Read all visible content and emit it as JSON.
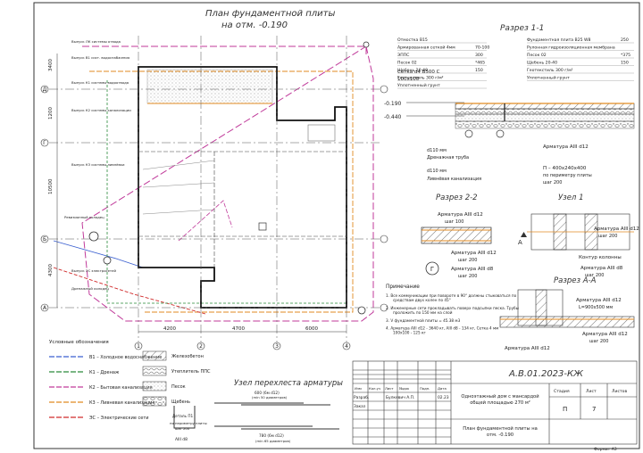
{
  "plan": {
    "title_line1": "План фундаментной плиты",
    "title_line2": "на отм. -0.190",
    "axes_letters": [
      "Д",
      "Г",
      "Б",
      "А"
    ],
    "axes_numbers": [
      "1",
      "2",
      "3",
      "4"
    ],
    "dims_bottom": [
      "4200",
      "4700",
      "6000"
    ],
    "dims_left": [
      "3400",
      "1200",
      "10500",
      "4300"
    ],
    "callouts_left": [
      "Выпуск ЛК системы отвода",
      "Выпуск В1 сист. водоснабжения",
      "Выпуск К1 системы водоотвода",
      "Выпуск К2 системы канализации",
      "Выпуск К3 системы ливнёвки",
      "Ревизионный колодец",
      "Выпуск ЭС электросетей",
      "Дренажный колодец"
    ]
  },
  "section11": {
    "title": "Разрез 1-1",
    "left_layers": [
      {
        "name": "Отмостка В15",
        "val": ""
      },
      {
        "name": "Армированная сеткой 4мм",
        "val": "70-100"
      },
      {
        "name": "ЭППС",
        "val": "300"
      },
      {
        "name": "Песок 02",
        "val": "*465"
      },
      {
        "name": "Щебень 20-40",
        "val": "150"
      },
      {
        "name": "Геотекстиль 300 г/м²",
        "val": ""
      },
      {
        "name": "Уплотненный грунт",
        "val": ""
      }
    ],
    "right_layers": [
      {
        "name": "Фундаментная плита В25 W8",
        "val": "250"
      },
      {
        "name": "Рулонная гидроизоляционная мембрана",
        "val": ""
      },
      {
        "name": "Песок 02",
        "val": "*375"
      },
      {
        "name": "Щебень 20-40",
        "val": "150"
      },
      {
        "name": "Геотекстиль 300 г/м²",
        "val": ""
      },
      {
        "name": "Уплотненный грунт",
        "val": ""
      }
    ],
    "mesh_label": "Сетка d4 B500 C",
    "mesh_size": "100х100",
    "level_1": "-0.190",
    "level_2": "-0.440",
    "drain_pipe_d": "d110 мм",
    "drain_pipe": "Дренажная труба",
    "storm_pipe_d": "d110 мм",
    "storm_pipe": "Ливнёвая канализация",
    "rebar_top": "Арматура AIII d12",
    "rebar_perimeter": "П – 400х240х400",
    "rebar_perimeter2": "по периметру плиты",
    "step": "шаг 200"
  },
  "section22": {
    "title": "Разрез 2-2",
    "rebar1": "Арматура AIII d12",
    "step1": "шаг 100",
    "rebar2": "Арматура AIII d12",
    "step2": "шаг 200",
    "rebar3": "Арматура AIII d8",
    "step3": "шаг 200",
    "marker": "Г"
  },
  "node1": {
    "title": "Узел 1",
    "rebar1": "Арматура AIII d12",
    "step1": "шаг 200",
    "contour": "Контур колонны",
    "rebar2": "Арматура AIII d8",
    "step2": "шаг 200",
    "marker": "А"
  },
  "sectionAA": {
    "title": "Разрез А-А",
    "rebar1": "Арматура AIII d12",
    "rebar1_size": "L=900х500 мм",
    "rebar2": "Арматура AIII d12",
    "step2": "шаг 200",
    "rebar3": "Арматура AIII d12"
  },
  "notes": {
    "title": "Примечание",
    "items": [
      "1.  Все коммуникации при повороте в 90° должны стыковаться по средствам двух колен по 45°",
      "2.  Инженерные сети прокладывать поверх подсыпки песка. Трубы проложить по 150 мм на слой",
      "3.  V фундаментной плиты = 45.38 м3",
      "4.  Арматура AIII d12 - 3640 кг, AIII d8 - 134 кг, Сетка 4 мм 100х100 - 125 кг"
    ]
  },
  "legend": {
    "title": "Условные обозначения",
    "lines": [
      {
        "code": "В1",
        "label": "В1 – Холодное водоснабжение",
        "color": "#3a5fd0"
      },
      {
        "code": "К1",
        "label": "К1 – Дренаж",
        "color": "#2a8a3a"
      },
      {
        "code": "К2",
        "label": "К2 – Бытовая канализация",
        "color": "#c03a9a"
      },
      {
        "code": "К3",
        "label": "К3 – Ливневая канализация",
        "color": "#e08a20"
      },
      {
        "code": "ЭС",
        "label": "ЭС – Электрические сети",
        "color": "#d02a2a"
      }
    ],
    "hatches": [
      {
        "label": "Железобетон"
      },
      {
        "label": "Утеплитель ППС"
      },
      {
        "label": "Песок"
      },
      {
        "label": "Щебень"
      }
    ]
  },
  "overlap": {
    "title": "Узел перехлеста арматуры",
    "top_label": "600 (6м d12)",
    "top_sub": "(min 50 диаметров)",
    "bot_label": "780 (6м d12)",
    "bot_sub": "(min 65 диаметров)",
    "detail_label": "Деталь П1",
    "detail_sub1": "по периметру плиты",
    "detail_sub2": "шаг 200",
    "detail_bar": "AIII d8"
  },
  "titleblock": {
    "code": "А.В.01.2023-КЖ",
    "headers": [
      "Изм",
      "Кол.уч",
      "Лист",
      "№док",
      "Подп.",
      "Дата"
    ],
    "rows": [
      {
        "role": "Разраб.",
        "name": "Булкевич А.П.",
        "date": "02.23"
      },
      {
        "role": "Заказ",
        "name": "",
        "date": ""
      }
    ],
    "object": "Одноэтажный дом с мансардой общей площадью 270 м²",
    "stage_h": "Стадия",
    "sheet_h": "Лист",
    "sheets_h": "Листов",
    "stage": "П",
    "sheet": "7",
    "sheets": "",
    "sheet_name": "План фундаментной плиты на отм. -0.190",
    "format": "Формат А3"
  }
}
